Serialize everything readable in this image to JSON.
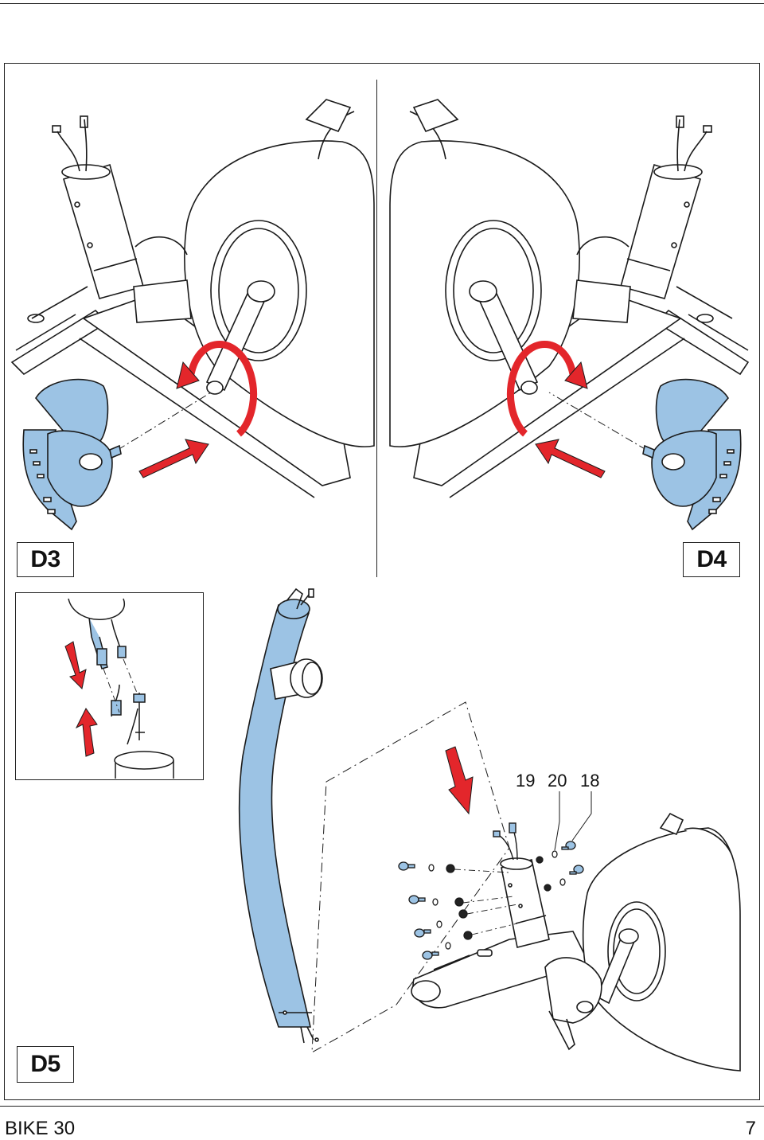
{
  "steps": {
    "d3": "D3",
    "d4": "D4",
    "d5": "D5"
  },
  "parts": {
    "p19": "19",
    "p20": "20",
    "p18": "18"
  },
  "footer": {
    "title": "BIKE 30",
    "page": "7"
  },
  "colors": {
    "part_blue": "#9cc3e4",
    "arrow_red": "#e3262b",
    "line": "#1a1a1a"
  }
}
